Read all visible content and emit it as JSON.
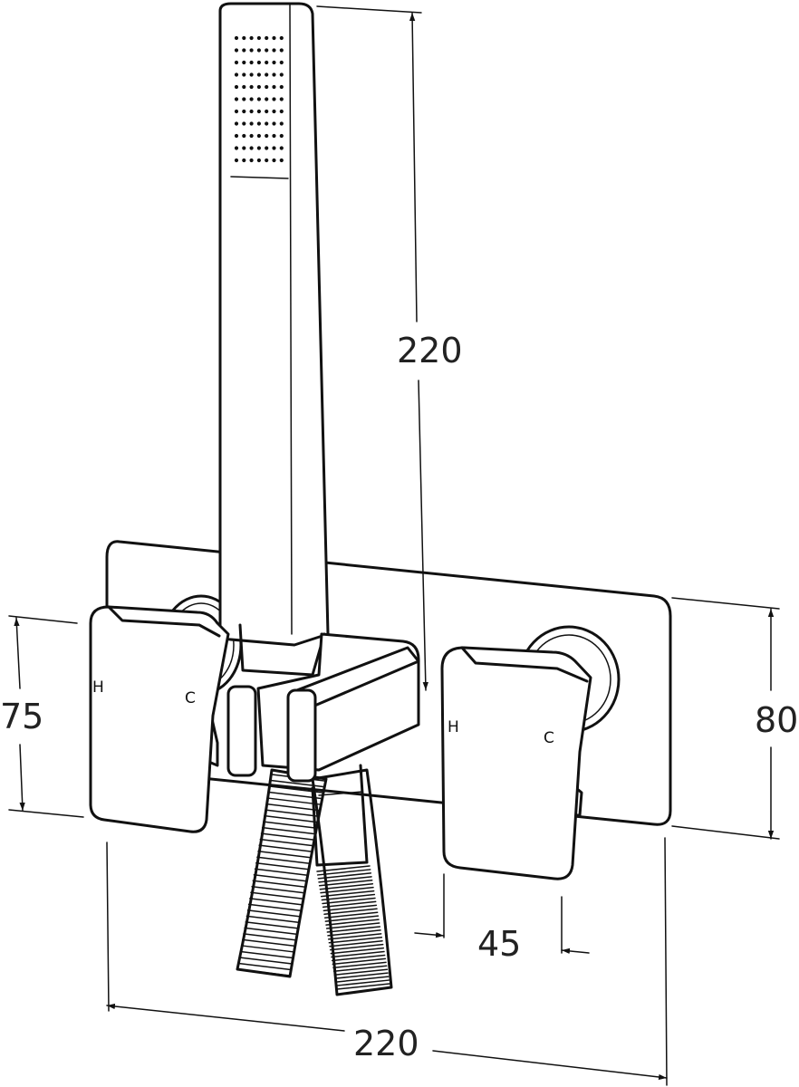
{
  "dimensions": {
    "handshower_length": "220",
    "plate_width": "220",
    "plate_height": "80",
    "handle_height": "75",
    "handle_width": "45"
  },
  "handle_marks": {
    "left_hot": "H",
    "left_cold": "C",
    "right_hot": "H",
    "right_cold": "C"
  }
}
